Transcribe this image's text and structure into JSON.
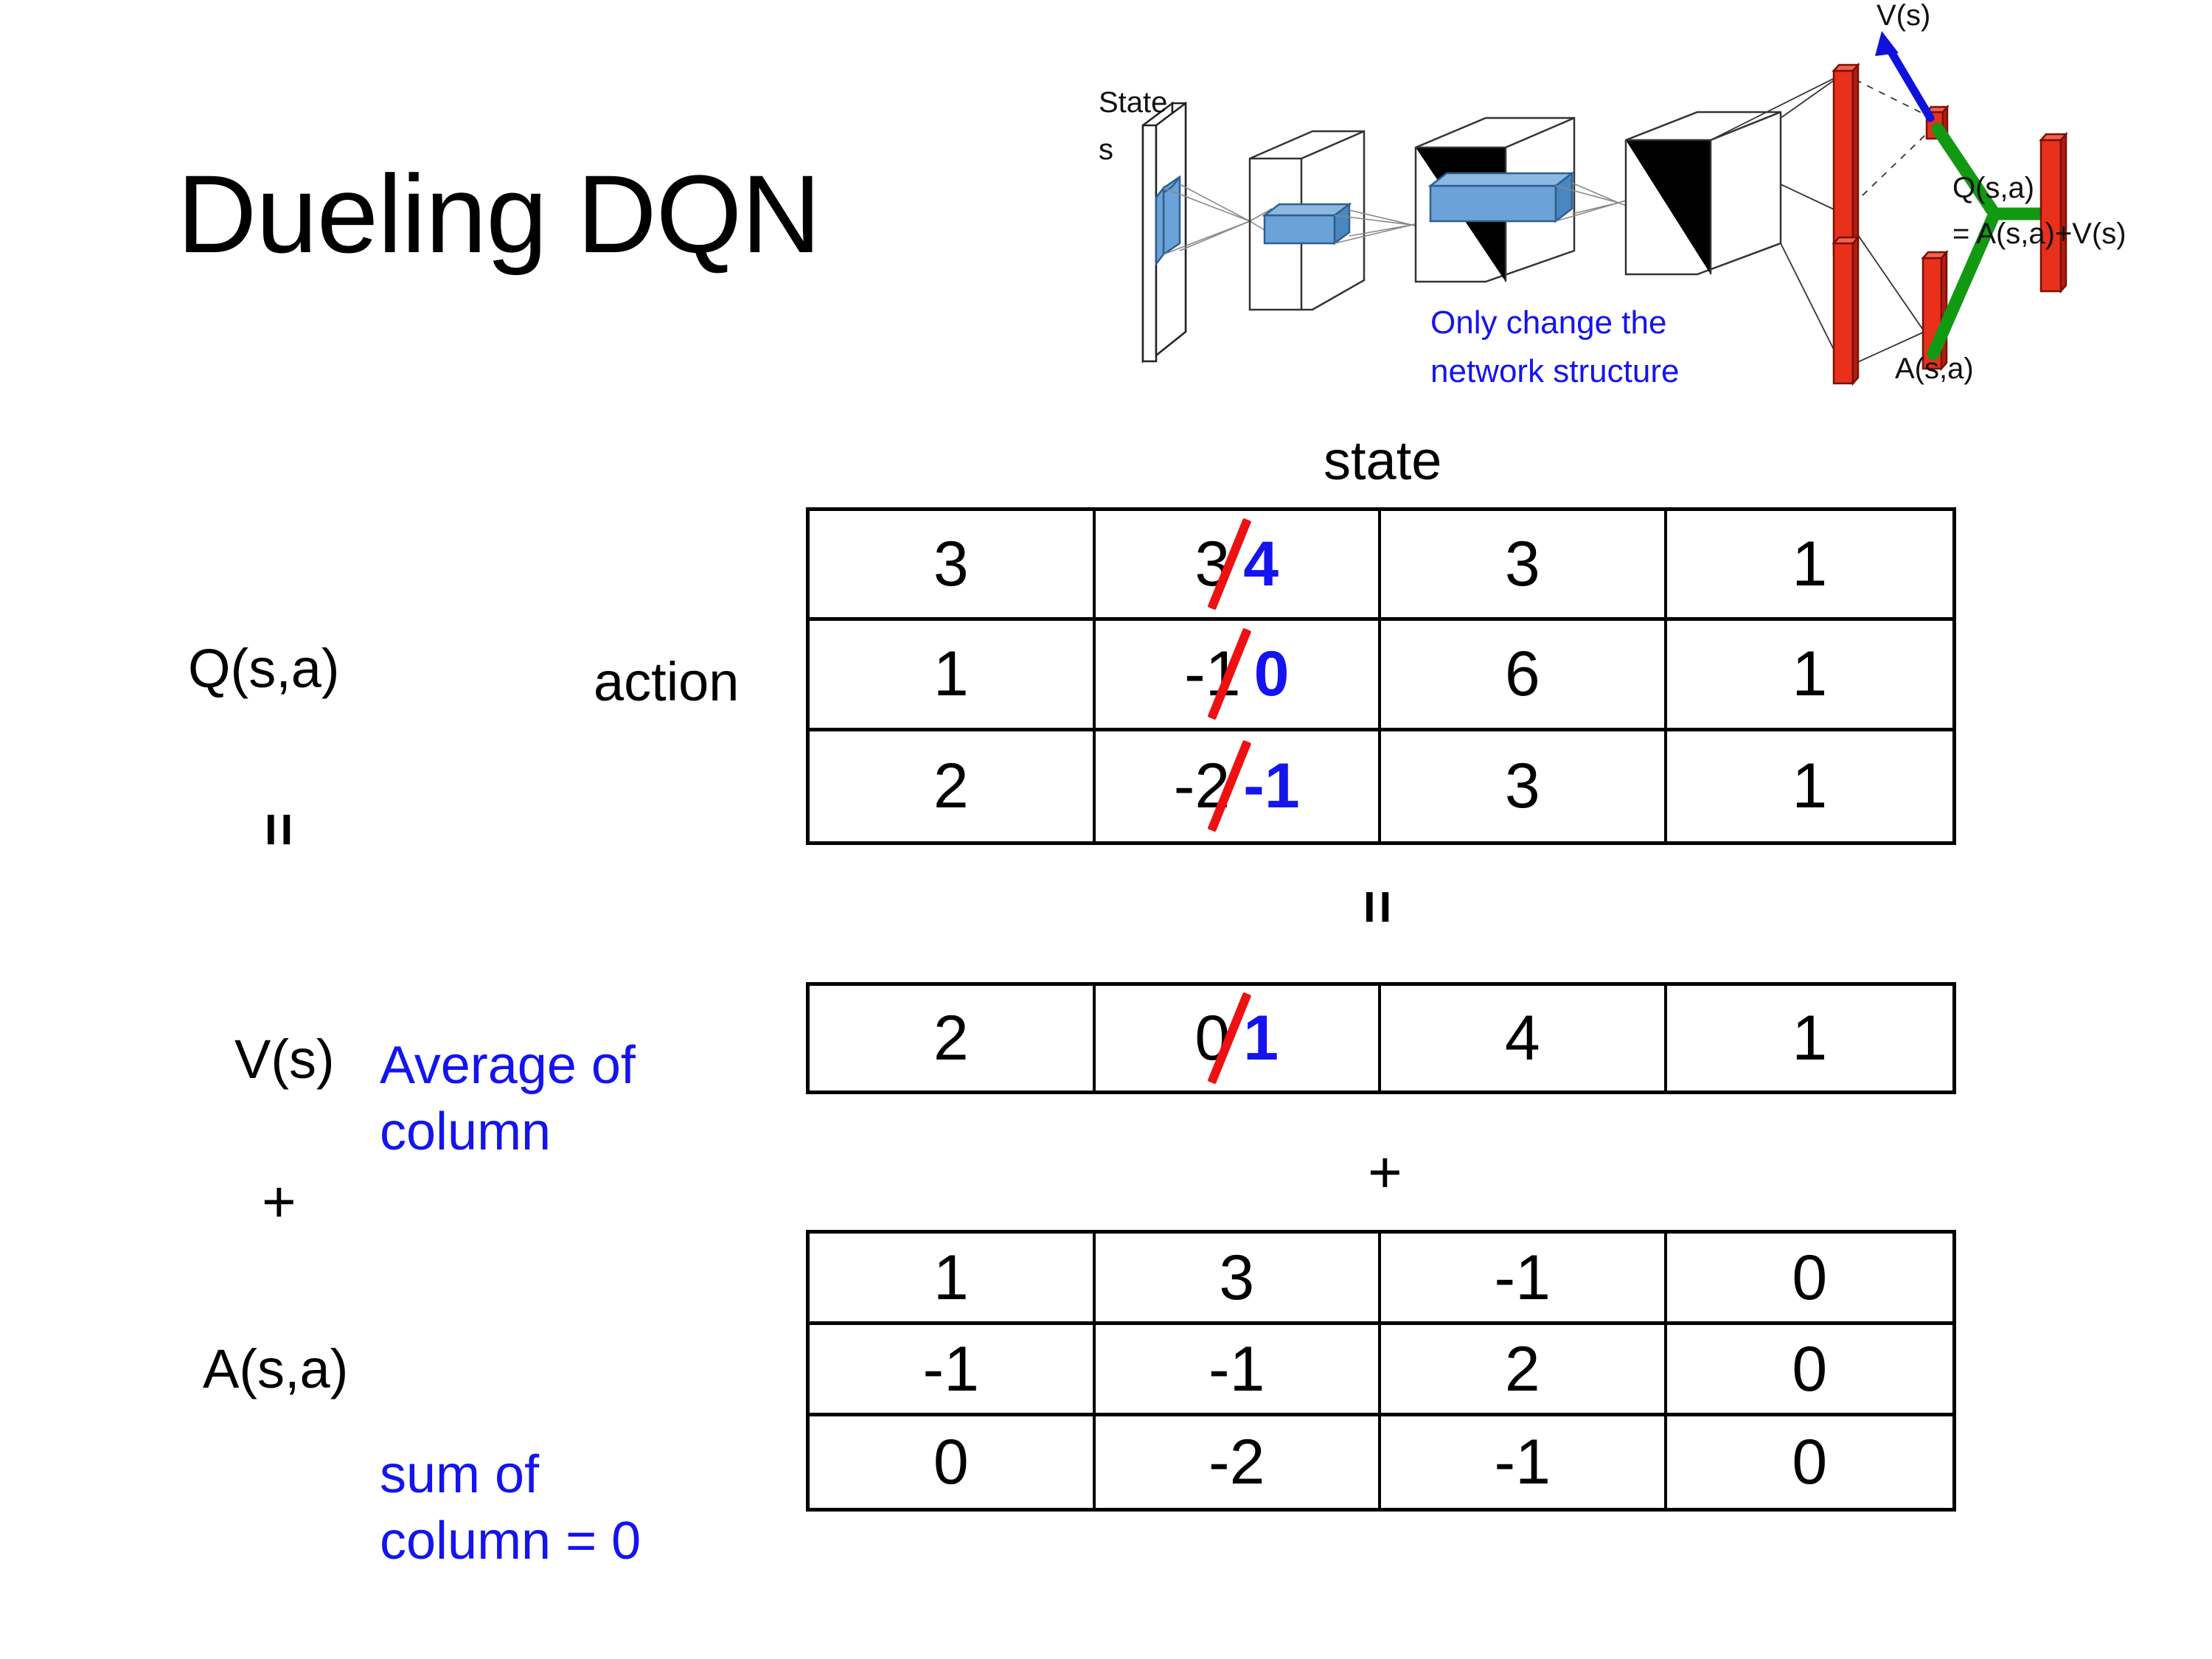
{
  "slide": {
    "title": "Dueling DQN"
  },
  "network_figure": {
    "state_label_line1": "State",
    "state_label_line2": "s",
    "note_line1": "Only change the",
    "note_line2": "network structure",
    "v_output_label": "V(s)",
    "a_output_label": "A(s,a)",
    "q_output_label_line1": "Q(s,a)",
    "q_output_label_line2": "= A(s,a)+V(s)",
    "colors": {
      "note_blue": "#1414ef",
      "arrow_blue": "#1111dd",
      "bar_red": "#ee2211",
      "merge_green": "#119911",
      "conv_blue": "#5b9bd5"
    }
  },
  "labels": {
    "state_header": "state",
    "action_header": "action",
    "q_label": "Q(s,a)",
    "v_label": "V(s)",
    "a_label": "A(s,a)",
    "equals_left": "=",
    "equals_middle": "=",
    "plus_left": "+",
    "plus_middle": "+",
    "average_note_line1": "Average of",
    "average_note_line2": "column",
    "sum_note_line1": "sum of",
    "sum_note_line2": "column = 0"
  },
  "colors": {
    "annotation_blue": "#1414ef",
    "strike_red": "#ee1111",
    "text_black": "#000000"
  },
  "chart_data": {
    "type": "table",
    "title": "Dueling DQN",
    "xlabel": "state",
    "ylabel": "action",
    "tables": [
      {
        "name": "Q(s,a)",
        "rows": 3,
        "cols": 4,
        "values": [
          [
            "3",
            "3",
            "3",
            "1"
          ],
          [
            "1",
            "-1",
            "6",
            "1"
          ],
          [
            "2",
            "-2",
            "3",
            "1"
          ]
        ],
        "edits": [
          {
            "row": 0,
            "col": 1,
            "old": "3",
            "new": "4",
            "struck": true
          },
          {
            "row": 1,
            "col": 1,
            "old": "-1",
            "new": "0",
            "struck": true
          },
          {
            "row": 2,
            "col": 1,
            "old": "-2",
            "new": "-1",
            "struck": true
          }
        ]
      },
      {
        "name": "V(s)",
        "rows": 1,
        "cols": 4,
        "values": [
          [
            "2",
            "0",
            "4",
            "1"
          ]
        ],
        "edits": [
          {
            "row": 0,
            "col": 1,
            "old": "0",
            "new": "1",
            "struck": true
          }
        ]
      },
      {
        "name": "A(s,a)",
        "rows": 3,
        "cols": 4,
        "values": [
          [
            "1",
            "3",
            "-1",
            "0"
          ],
          [
            "-1",
            "-1",
            "2",
            "0"
          ],
          [
            "0",
            "-2",
            "-1",
            "0"
          ]
        ],
        "edits": []
      }
    ],
    "relation": "Q(s,a) = V(s) + A(s,a)",
    "constraints": [
      "Average of column",
      "sum of column = 0"
    ]
  }
}
